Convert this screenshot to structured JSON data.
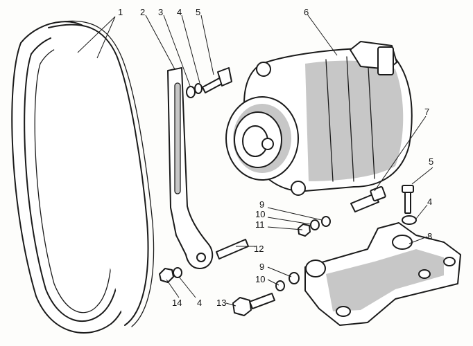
{
  "diagram": {
    "callouts": [
      {
        "id": "c1",
        "label": "1"
      },
      {
        "id": "c2",
        "label": "2"
      },
      {
        "id": "c3",
        "label": "3"
      },
      {
        "id": "c4a",
        "label": "4"
      },
      {
        "id": "c5a",
        "label": "5"
      },
      {
        "id": "c6",
        "label": "6"
      },
      {
        "id": "c7",
        "label": "7"
      },
      {
        "id": "c5b",
        "label": "5"
      },
      {
        "id": "c4b",
        "label": "4"
      },
      {
        "id": "c9a",
        "label": "9"
      },
      {
        "id": "c10a",
        "label": "10"
      },
      {
        "id": "c11",
        "label": "11"
      },
      {
        "id": "c8",
        "label": "8"
      },
      {
        "id": "c12",
        "label": "12"
      },
      {
        "id": "c9b",
        "label": "9"
      },
      {
        "id": "c10b",
        "label": "10"
      },
      {
        "id": "c13",
        "label": "13"
      },
      {
        "id": "c14",
        "label": "14"
      },
      {
        "id": "c4c",
        "label": "4"
      }
    ],
    "colors": {
      "ink": "#1a1a1a",
      "shade": "#bdbdbd",
      "paper": "#fdfdfb"
    }
  }
}
